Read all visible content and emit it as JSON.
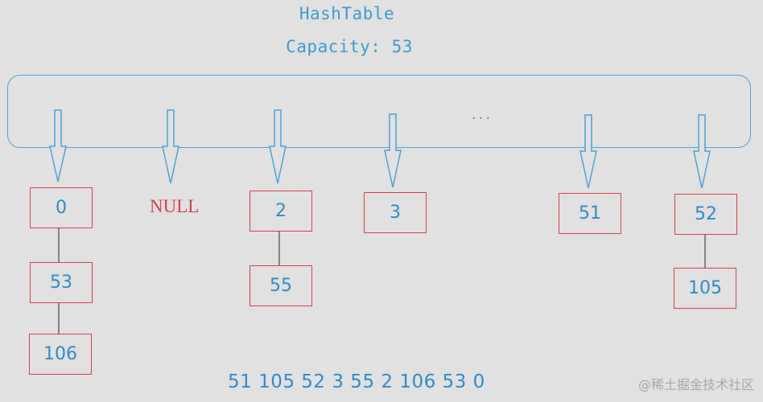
{
  "title": "HashTable",
  "capacity": "Capacity: 53",
  "ellipsis": "...",
  "empty_bucket": "NULL",
  "buckets": {
    "b0": [
      "0",
      "53",
      "106"
    ],
    "b2": [
      "2",
      "55"
    ],
    "b3": [
      "3"
    ],
    "b51": [
      "51"
    ],
    "b52": [
      "52",
      "105"
    ]
  },
  "insertion_sequence": "51 105 52 3 55 2 106 53 0",
  "watermark": "@稀土掘金技术社区",
  "colors": {
    "background": "#e1e1e1",
    "blue": "#3d9ad4",
    "red": "#d8414a"
  }
}
